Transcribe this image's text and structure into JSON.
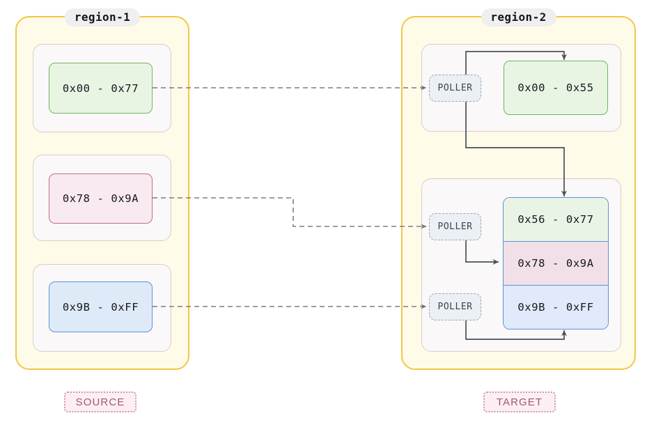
{
  "diagram": {
    "type": "memory-range-replication-diagram",
    "background": "#ffffff",
    "colors": {
      "region_border": "#f2c744",
      "region_fill": "#fefbe8",
      "subbox_fill": "#faf8f8",
      "subbox_border": "#dccdc8",
      "green_fill": "#e9f5e3",
      "green_border": "#72b264",
      "pink_fill": "#f8eaf0",
      "pink_border": "#c06c90",
      "blue_fill": "#dfeaf9",
      "blue_border": "#5b92d8",
      "poller_fill": "#eceff3",
      "poller_border": "#93a9bf",
      "tag_fill": "#fbeff3",
      "tag_border": "#d197b2",
      "tag_text": "#a8537a",
      "connector_solid": "#4a4f57",
      "connector_dashed": "#7d7d7d"
    }
  },
  "regions": [
    {
      "id": "region-1",
      "label": "region-1",
      "tag": "SOURCE",
      "blocks": [
        {
          "id": "src-green",
          "label": "0x00 - 0x77",
          "color": "green"
        },
        {
          "id": "src-pink",
          "label": "0x78 - 0x9A",
          "color": "pink"
        },
        {
          "id": "src-blue",
          "label": "0x9B - 0xFF",
          "color": "blue"
        }
      ]
    },
    {
      "id": "region-2",
      "label": "region-2",
      "tag": "TARGET",
      "pollers": [
        {
          "id": "poller-1",
          "label": "POLLER"
        },
        {
          "id": "poller-2",
          "label": "POLLER"
        },
        {
          "id": "poller-3",
          "label": "POLLER"
        }
      ],
      "blocks": [
        {
          "id": "tgt-green",
          "label": "0x00 - 0x55",
          "color": "green"
        }
      ],
      "stack": {
        "id": "tgt-stack",
        "rows": [
          {
            "id": "stack-row-green",
            "label": "0x56 - 0x77",
            "color": "green"
          },
          {
            "id": "stack-row-pink",
            "label": "0x78 - 0x9A",
            "color": "pink"
          },
          {
            "id": "stack-row-blue",
            "label": "0x9B - 0xFF",
            "color": "blue"
          }
        ]
      }
    }
  ],
  "connections": [
    {
      "id": "conn-1",
      "from": "src-green",
      "to": "poller-1",
      "style": "dashed"
    },
    {
      "id": "conn-2",
      "from": "src-pink",
      "to": "poller-2",
      "style": "dashed"
    },
    {
      "id": "conn-3",
      "from": "src-blue",
      "to": "poller-3",
      "style": "dashed"
    },
    {
      "id": "conn-4",
      "from": "poller-1",
      "to": "tgt-green",
      "style": "solid"
    },
    {
      "id": "conn-5",
      "from": "poller-1",
      "to": "stack-row-green",
      "style": "solid"
    },
    {
      "id": "conn-6",
      "from": "poller-2",
      "to": "stack-row-pink",
      "style": "solid"
    },
    {
      "id": "conn-7",
      "from": "poller-3",
      "to": "stack-row-blue",
      "style": "solid"
    }
  ]
}
